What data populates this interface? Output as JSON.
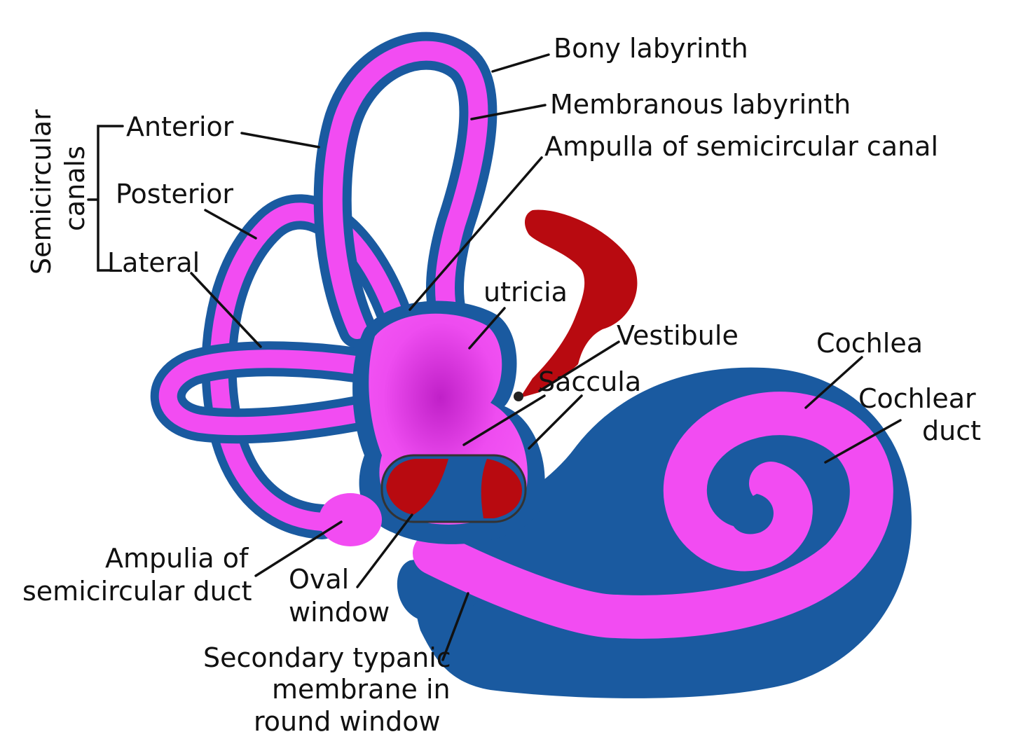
{
  "colors": {
    "bony": "#1a5aa0",
    "membranous": "#f24cf2",
    "blood": "#b80a10",
    "ink": "#111111"
  },
  "labels": {
    "bony_labyrinth": "Bony labyrinth",
    "membranous_labyrinth": "Membranous labyrinth",
    "ampulla_canal": "Ampulla of semicircular canal",
    "semicircular": "Semicircular",
    "canals": "canals",
    "anterior": "Anterior",
    "posterior": "Posterior",
    "lateral": "Lateral",
    "utricia": "utricia",
    "vestibule": "Vestibule",
    "saccula": "Saccula",
    "cochlea": "Cochlea",
    "cochlear": "Cochlear",
    "duct": "duct",
    "ampulia_of": "Ampulia of",
    "semicircular_duct": "semicircular duct",
    "oval": "Oval",
    "window": "window",
    "secondary_typanic": "Secondary typanic",
    "membrane_in": "membrane in",
    "round_window": "round window"
  }
}
